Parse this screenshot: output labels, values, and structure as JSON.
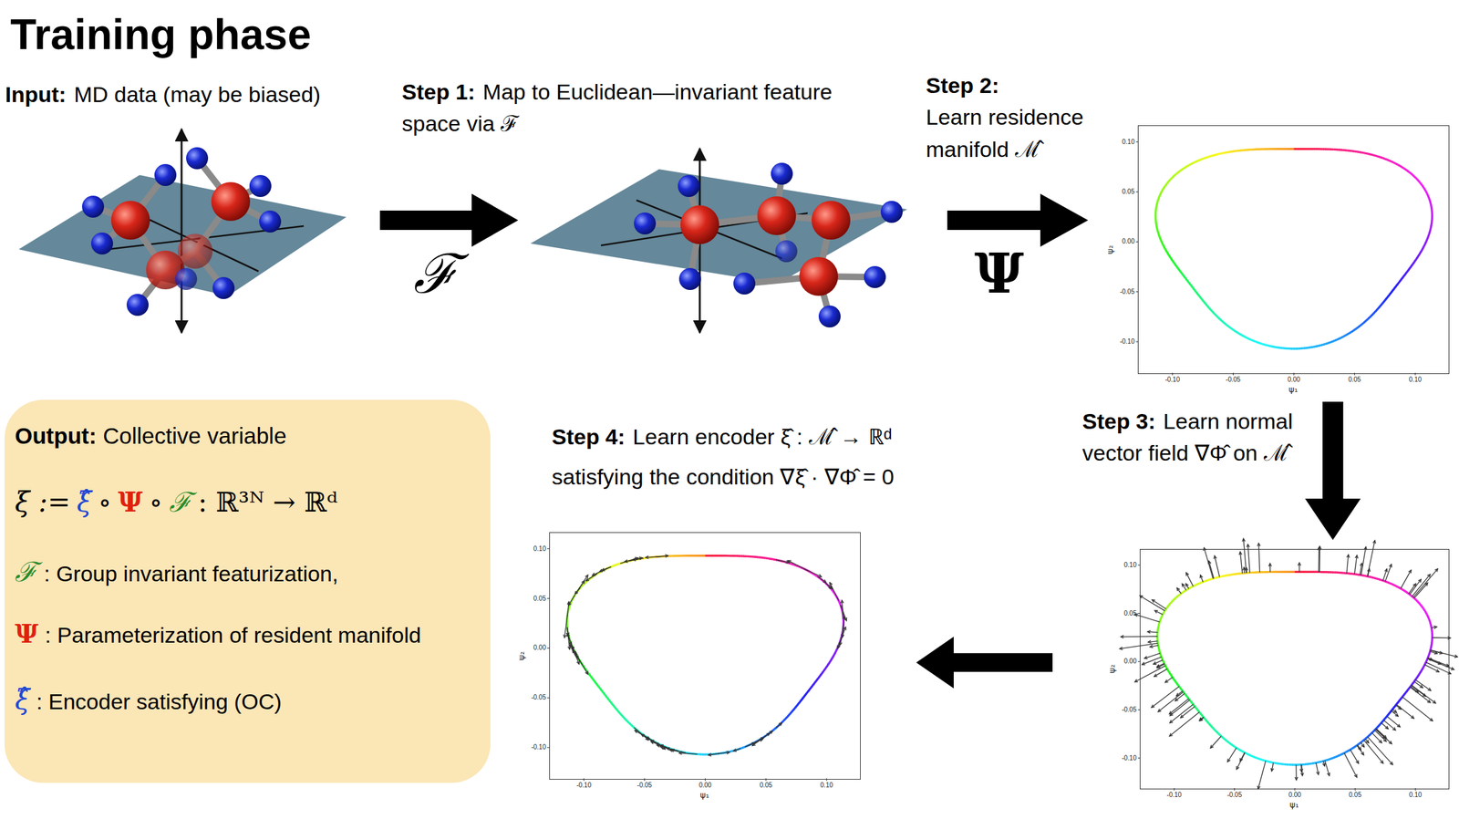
{
  "diagram": {
    "title": "Training phase",
    "nodes": [
      {
        "text": [
          "0.10",
          "0.05",
          "0.00",
          "-0.05",
          "-0.10",
          "-0.10",
          "-0.05",
          "0.00",
          "0.05",
          "0.10",
          "ψ₁",
          "ψ₂"
        ]
      },
      {
        "text": [
          "0.10",
          "0.05",
          "0.00",
          "-0.05",
          "-0.10",
          "-0.10",
          "-0.05",
          "0.00",
          "0.05",
          "0.10",
          "ψ₁",
          "ψ₂"
        ]
      },
      {
        "text": [
          "0.10",
          "0.05",
          "0.00",
          "-0.05",
          "-0.10",
          "-0.10",
          "-0.05",
          "0.00",
          "0.05",
          "0.10",
          "ψ₁",
          "ψ₂"
        ]
      },
      {
        "text": [
          "Output:",
          "Collective variable",
          "ξ :=",
          "ξ̂",
          "∘",
          "Ψ",
          "∘",
          "ℱ",
          ": ℝ³ᴺ → ℝᵈ",
          "ℱ",
          ": Group invariant featurization,",
          "Ψ",
          ": Parameterization of resident manifold",
          "ξ̂",
          ": Encoder satisfying (OC)"
        ]
      }
    ],
    "edges": [
      {
        "from": 0,
        "to": 1,
        "arrow": "to"
      },
      {
        "from": 1,
        "to": 2,
        "arrow": "to"
      }
    ],
    "labels": [
      "Input:",
      "MD data (may be biased)",
      "Step 1:",
      "Map to Euclidean—invariant feature space via ℱ",
      "ℱ",
      "Step 2:",
      "Learn residence manifold ℳ̂",
      "Ψ",
      "Step 3:",
      "Learn normal vector field ∇Φ̂ on ℳ̂",
      "Step 4:",
      "Learn encoder ξ̂ : ℳ̂ → ℝᵈ",
      "satisfying the condition ∇ξ̂ · ∇Φ̂ = 0"
    ]
  }
}
